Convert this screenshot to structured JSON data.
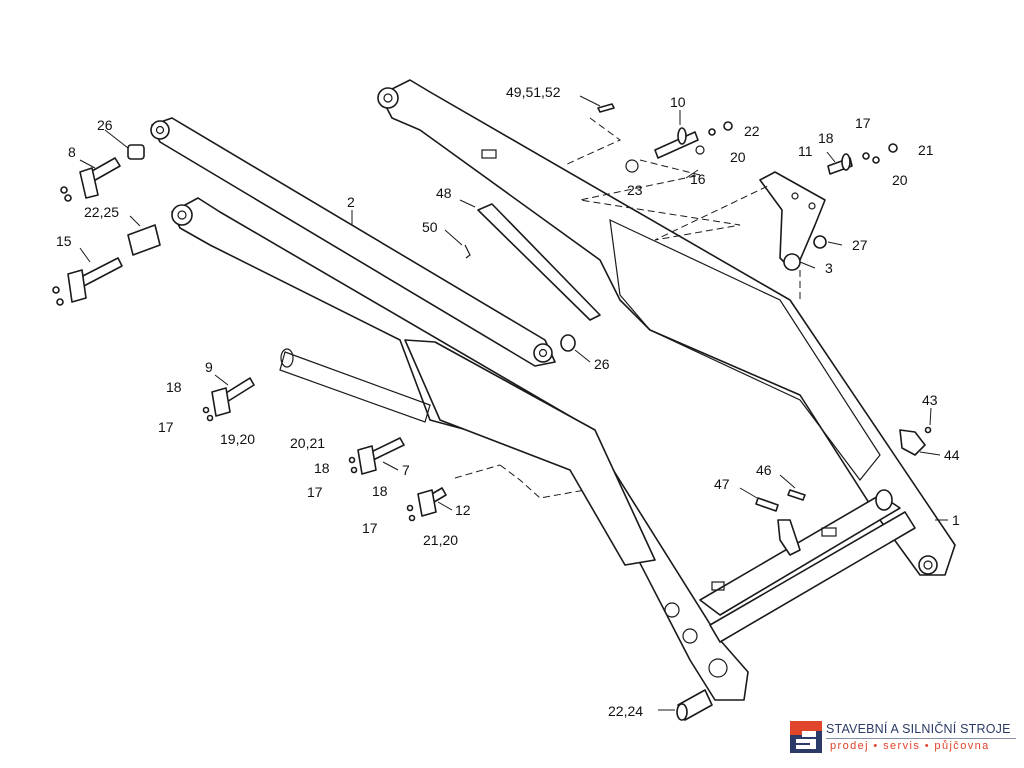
{
  "labels": [
    {
      "id": "1",
      "text": "1"
    },
    {
      "id": "2",
      "text": "2"
    },
    {
      "id": "3",
      "text": "3"
    },
    {
      "id": "7",
      "text": "7"
    },
    {
      "id": "8",
      "text": "8"
    },
    {
      "id": "9",
      "text": "9"
    },
    {
      "id": "10",
      "text": "10"
    },
    {
      "id": "11",
      "text": "11"
    },
    {
      "id": "12",
      "text": "12"
    },
    {
      "id": "15",
      "text": "15"
    },
    {
      "id": "16",
      "text": "16"
    },
    {
      "id": "17a",
      "text": "17"
    },
    {
      "id": "17b",
      "text": "17"
    },
    {
      "id": "17c",
      "text": "17"
    },
    {
      "id": "17d",
      "text": "17"
    },
    {
      "id": "18a",
      "text": "18"
    },
    {
      "id": "18b",
      "text": "18"
    },
    {
      "id": "18c",
      "text": "18"
    },
    {
      "id": "18d",
      "text": "18"
    },
    {
      "id": "1920",
      "text": "19,20"
    },
    {
      "id": "20a",
      "text": "20"
    },
    {
      "id": "20b",
      "text": "20"
    },
    {
      "id": "2021",
      "text": "20,21"
    },
    {
      "id": "21",
      "text": "21"
    },
    {
      "id": "2120",
      "text": "21,20"
    },
    {
      "id": "22",
      "text": "22"
    },
    {
      "id": "2224",
      "text": "22,24"
    },
    {
      "id": "2225",
      "text": "22,25"
    },
    {
      "id": "23",
      "text": "23"
    },
    {
      "id": "26a",
      "text": "26"
    },
    {
      "id": "26b",
      "text": "26"
    },
    {
      "id": "27",
      "text": "27"
    },
    {
      "id": "43",
      "text": "43"
    },
    {
      "id": "44",
      "text": "44"
    },
    {
      "id": "46",
      "text": "46"
    },
    {
      "id": "47",
      "text": "47"
    },
    {
      "id": "48",
      "text": "48"
    },
    {
      "id": "495152",
      "text": "49,51,52"
    },
    {
      "id": "50",
      "text": "50"
    }
  ],
  "brand": {
    "title": "STAVEBNÍ A SILNIČNÍ STROJE",
    "subtitle": "prodej • servis • půjčovna",
    "colors": {
      "navy": "#2b3a66",
      "red": "#e0442b"
    }
  }
}
